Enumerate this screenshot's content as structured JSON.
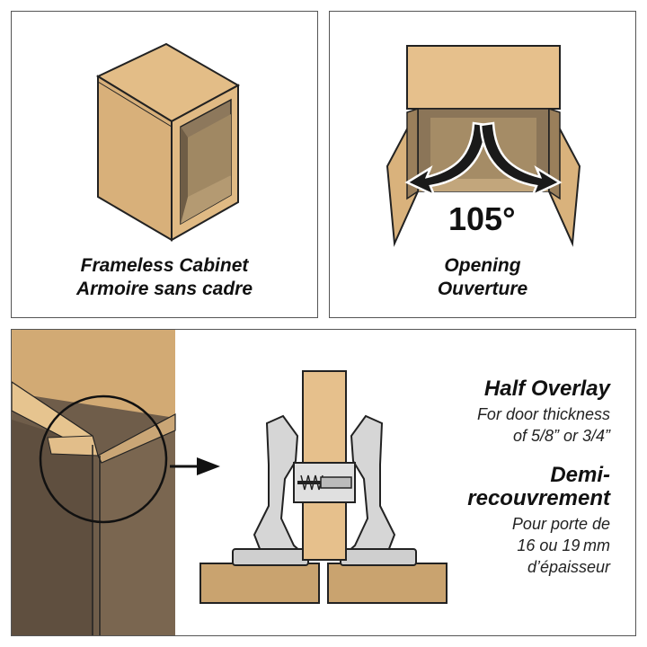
{
  "panel_frameless": {
    "caption_en": "Frameless Cabinet",
    "caption_fr": "Armoire sans cadre"
  },
  "panel_opening": {
    "angle": "105°",
    "caption_en": "Opening",
    "caption_fr": "Ouverture"
  },
  "panel_overlay": {
    "title_en": "Half Overlay",
    "desc_en_1": "For door thickness",
    "desc_en_2": "of 5/8” or 3/4”",
    "title_fr_1": "Demi-",
    "title_fr_2": "recouvrement",
    "desc_fr_1": "Pour porte de",
    "desc_fr_2": "16 ou 19 mm",
    "desc_fr_3": "d’épaisseur"
  },
  "colors": {
    "wood_light": "#e6c08c",
    "wood_mid": "#d2aa74",
    "wood_dark": "#6b5a47",
    "wood_interior": "#857157",
    "metal": "#d8d8d8",
    "outline": "#222222"
  }
}
